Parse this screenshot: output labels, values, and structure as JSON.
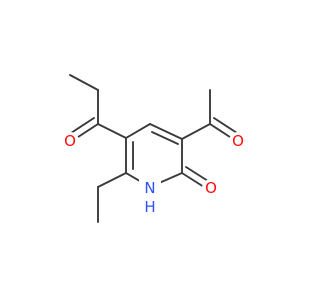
{
  "molecule": {
    "atom_labels": {
      "oxygen_propanoyl": "O",
      "oxygen_acetyl": "O",
      "oxygen_ring": "O",
      "ring_nitrogen": "N",
      "ring_nitrogen_hydrogen": "H"
    },
    "colors": {
      "bond": "#3a3a3a",
      "oxygen": "#ff0d0d",
      "nitrogen": "#3050f8"
    }
  }
}
